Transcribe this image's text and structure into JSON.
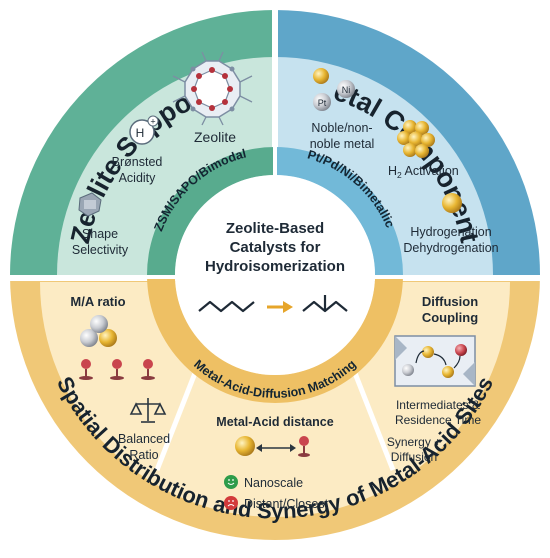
{
  "center": {
    "line1": "Zeolite-Based",
    "line2": "Catalysts for",
    "line3": "Hydroisomerization"
  },
  "sectors": {
    "top_left": {
      "title": "Zeolite Supports",
      "ring_label": "ZSM/SAPO/Bimodal",
      "zeolite_label": "Zeolite",
      "acid_symbol": "H",
      "bronsted_line1": "Brønsted",
      "bronsted_line2": "Acidity",
      "shape_line1": "Shape",
      "shape_line2": "Selectivity"
    },
    "top_right": {
      "title": "Metal Components",
      "ring_label": "Pt/Pd/Ni/Bimetallic",
      "pt": "Pt",
      "ni": "Ni",
      "noble_line1": "Noble/non-",
      "noble_line2": "noble metal",
      "h2_pre": "H",
      "h2_sub": "2",
      "h2_post": " Activation",
      "hydro_line1": "Hydrogenation",
      "hydro_line2": "Dehydrogenation"
    },
    "bottom": {
      "title": "Spatial Distribution and Synergy of Metal-Acid Sites",
      "ring_label": "Metal-Acid-Diffusion Matching",
      "ma_ratio": "M/A ratio",
      "balanced_line1": "Balanced",
      "balanced_line2": "Ratio",
      "distance_title": "Metal-Acid distance",
      "nanoscale": "Nanoscale",
      "distant": "Distant/Closest",
      "diffusion_line1": "Diffusion",
      "diffusion_line2": "Coupling",
      "intermediates_line1": "Intermediates &",
      "intermediates_line2": "Residence Time",
      "synergy_line1": "Synergy +",
      "synergy_line2": "Diffusion"
    }
  },
  "colors": {
    "green_outer": "#5fb197",
    "green_inner": "#c9e6dc",
    "blue_outer": "#5fa6c9",
    "blue_inner": "#c6e2ef",
    "gold_outer": "#f0c877",
    "gold_inner": "#fcebc4",
    "arrow": "#e6a52a"
  }
}
